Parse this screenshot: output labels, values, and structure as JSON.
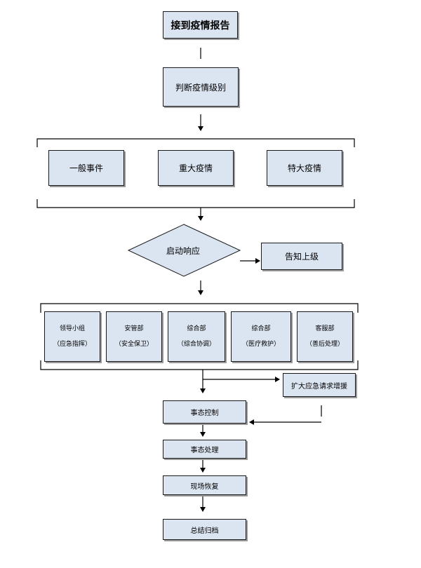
{
  "nodes": {
    "receive_report": "接到疫情报告",
    "judge_level": "判断疫情级别",
    "levels": [
      "一般事件",
      "重大疫情",
      "特大疫情"
    ],
    "start_response": "启动响应",
    "notify_superior": "告知上级",
    "departments": [
      {
        "name": "领导小组",
        "role": "（应急指挥）"
      },
      {
        "name": "安管部",
        "role": "（安全保卫）"
      },
      {
        "name": "综合部",
        "role": "（综合协调）"
      },
      {
        "name": "综合部",
        "role": "（医疗救护）"
      },
      {
        "name": "客服部",
        "role": "（善后处理）"
      }
    ],
    "expand_request": "扩大应急请求增援",
    "situation_control": "事态控制",
    "situation_handling": "事态处理",
    "site_recovery": "现场恢复",
    "summary_archive": "总结归档"
  }
}
